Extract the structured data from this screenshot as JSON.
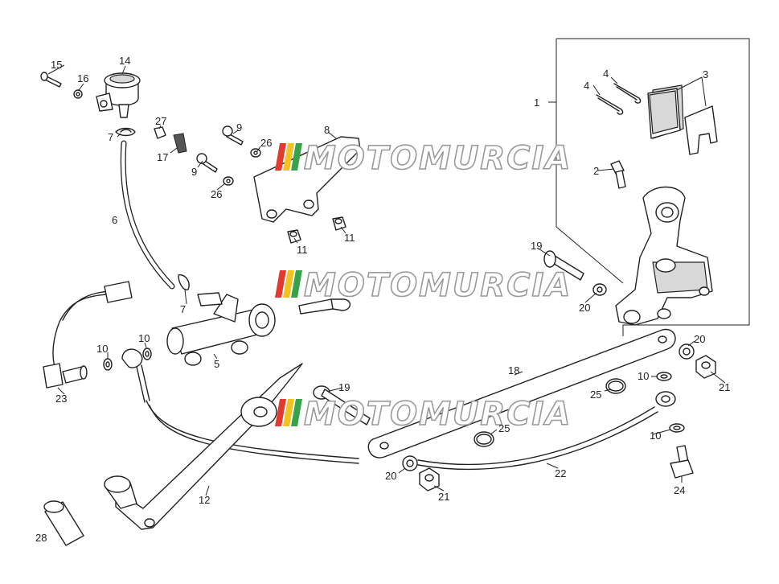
{
  "watermark": {
    "text": "MOTOMURCIA",
    "stripe_colors": [
      "#e23b2e",
      "#f4c21f",
      "#37a24a"
    ]
  },
  "callouts": {
    "c1": "1",
    "c2": "2",
    "c3": "3",
    "c4a": "4",
    "c4b": "4",
    "c5": "5",
    "c6": "6",
    "c7a": "7",
    "c7b": "7",
    "c8": "8",
    "c9a": "9",
    "c9b": "9",
    "c10a": "10",
    "c10b": "10",
    "c10c": "10",
    "c10d": "10",
    "c11a": "11",
    "c11b": "11",
    "c12": "12",
    "c14": "14",
    "c15": "15",
    "c16": "16",
    "c17": "17",
    "c18": "18",
    "c19a": "19",
    "c19b": "19",
    "c20a": "20",
    "c20b": "20",
    "c20c": "20",
    "c21a": "21",
    "c21b": "21",
    "c22": "22",
    "c23": "23",
    "c24": "24",
    "c25a": "25",
    "c25b": "25",
    "c26a": "26",
    "c26b": "26",
    "c27": "27",
    "c28": "28"
  }
}
